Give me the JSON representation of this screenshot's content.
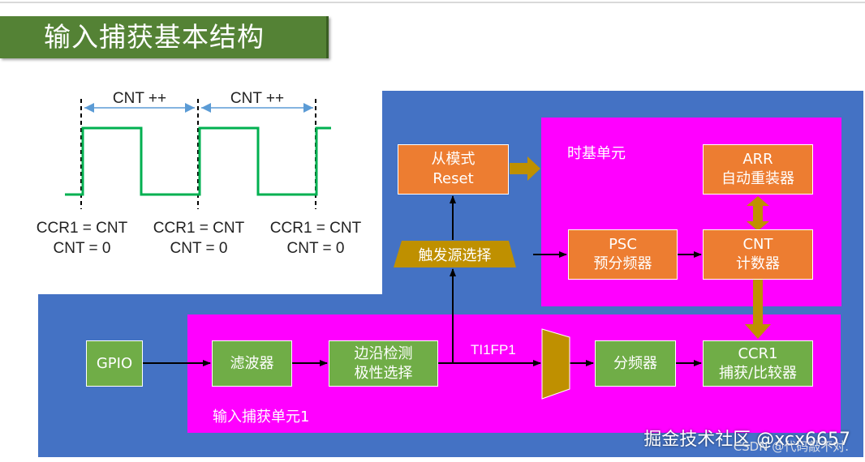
{
  "title": "输入捕获基本结构",
  "waveform": {
    "cnt_labels": [
      "CNT ++",
      "CNT ++"
    ],
    "events": [
      {
        "line1": "CCR1 = CNT",
        "line2": "CNT = 0"
      },
      {
        "line1": "CCR1 = CNT",
        "line2": "CNT = 0"
      },
      {
        "line1": "CCR1 = CNT",
        "line2": "CNT = 0"
      }
    ]
  },
  "blocks": {
    "slave_mode": {
      "line1": "从模式",
      "line2": "Reset"
    },
    "trigger_select": "触发源选择",
    "time_base_label": "时基单元",
    "arr": {
      "line1": "ARR",
      "line2": "自动重装器"
    },
    "psc": {
      "line1": "PSC",
      "line2": "预分频器"
    },
    "cnt": {
      "line1": "CNT",
      "line2": "计数器"
    },
    "gpio": "GPIO",
    "filter": "滤波器",
    "edge_detect": {
      "line1": "边沿检测",
      "line2": "极性选择"
    },
    "ti1fp1": "TI1FP1",
    "divider": "分频器",
    "ccr1": {
      "line1": "CCR1",
      "line2": "捕获/比较器"
    },
    "capture_unit_label": "输入捕获单元1"
  },
  "watermark": {
    "main": "掘金技术社区 @xcx6657",
    "sub": "CSDN @代码敲不对."
  },
  "colors": {
    "title_bg": "#548235",
    "blue": "#4472c4",
    "pink": "#ff00ff",
    "orange": "#ed7d31",
    "green": "#70ad47",
    "signal": "#00b050",
    "arrow_gold": "#bf9000"
  }
}
